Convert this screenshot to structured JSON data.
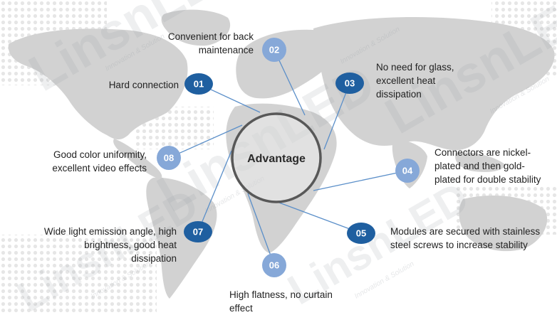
{
  "colors": {
    "dark_badge": "#1F5FA0",
    "light_badge": "#86A8D8",
    "connector_line": "#5B8FC9",
    "map_fill": "#D2D2D2",
    "ring": "#585858"
  },
  "diagram": {
    "center_label": "Advantage",
    "watermark": {
      "brand": "LinsnLED",
      "tagline": "Innovation & Solution"
    },
    "items": [
      {
        "number": "01",
        "text": "Hard connection",
        "style": "dark"
      },
      {
        "number": "02",
        "text": "Convenient for back maintenance",
        "style": "light"
      },
      {
        "number": "03",
        "text": "No need for glass, excellent heat dissipation",
        "style": "dark"
      },
      {
        "number": "04",
        "text": "Connectors are nickel-plated and then gold-plated for double stability",
        "style": "light"
      },
      {
        "number": "05",
        "text": "Modules are secured with stainless steel screws to increase stability",
        "style": "dark"
      },
      {
        "number": "06",
        "text": "High flatness, no curtain effect",
        "style": "light"
      },
      {
        "number": "07",
        "text": "Wide light emission angle, high brightness,  good heat dissipation",
        "style": "dark"
      },
      {
        "number": "08",
        "text": "Good color uniformity, excellent video effects",
        "style": "light"
      }
    ]
  }
}
